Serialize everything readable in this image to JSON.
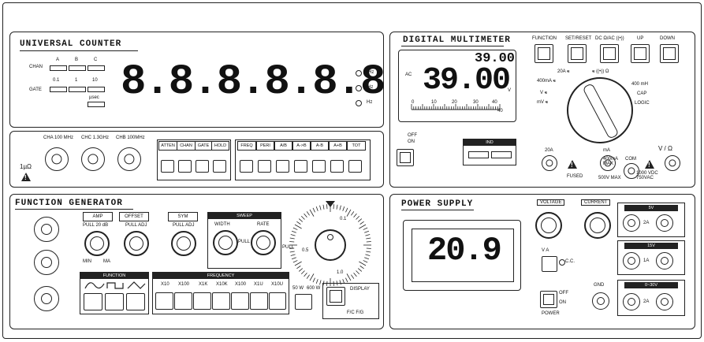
{
  "counter": {
    "title": "UNIVERSAL COUNTER",
    "chan_label": "CHAN",
    "gate_label": "GATE",
    "chan_options": [
      "A",
      "B",
      "C"
    ],
    "gate_options": [
      "0.1",
      "1",
      "10"
    ],
    "usec_label": "µsec",
    "display": "8.8.8.8.8.8.8.8.",
    "units": [
      "MHz",
      "KHz",
      "Hz"
    ],
    "inputs": [
      "CHA 100 MHz",
      "CHC 1.3GHz",
      "CHB 100MHz"
    ],
    "impedance": "1µΩ",
    "group1_tabs": [
      "ATTEN",
      "CHAN",
      "GATE",
      "HOLD"
    ],
    "group2_tabs": [
      "FREQ",
      "PERI",
      "A/B",
      "A->B",
      "A-B",
      "A+B",
      "TOT"
    ]
  },
  "dmm": {
    "title": "DIGITAL MULTIMETER",
    "small_reading": "39.00",
    "main_reading": "39.00",
    "ac_label": "AC",
    "v_label": "V",
    "scale_ticks": [
      "0",
      "10",
      "20",
      "30",
      "40"
    ],
    "scale_end": "40",
    "power_off": "OFF",
    "power_on": "ON",
    "ind_label": "IND",
    "buttons": [
      "FUNCTION",
      "SET/RESET",
      "DC Ω/AC ((•))",
      "UP",
      "DOWN"
    ],
    "dial_labels": [
      "20A ⩳",
      "⩳ ((•)) Ω",
      "400mA ⩳",
      "400 mH",
      "V ⩳",
      "CAP",
      "mV ⩳",
      "LOGIC"
    ],
    "jacks": [
      "20A",
      "mA",
      "COM",
      "V / Ω"
    ],
    "fused": "FUSED",
    "ma_max": "400mA MAX",
    "v500": "500V MAX",
    "vmax": "1000 VDC 750VAC"
  },
  "fg": {
    "title": "FUNCTION GENERATOR",
    "amp": "AMP",
    "offset": "OFFSET",
    "sym": "SYM",
    "sweep": "SWEEP",
    "pull20": "PULL 20 dB",
    "pulladj1": "PULL ADJ",
    "pulladj2": "PULL ADJ",
    "width": "WIDTH",
    "rate": "RATE",
    "pull": "PULL",
    "min": "MIN",
    "ma": "MA",
    "function": "FUNCTION",
    "frequency": "FREQUENCY",
    "freq_ranges": [
      "X10",
      "X100",
      "X1K",
      "X10K",
      "X100",
      "X1U",
      "X10U"
    ],
    "dial_ticks": [
      "0.1",
      "0.5",
      "1.0"
    ],
    "ohm50": "50 W",
    "ohm600": "600 W",
    "display": "DISPLAY",
    "disp_opts": "F/C  F/G"
  },
  "ps": {
    "title": "POWER SUPPLY",
    "voltage": "VOLTAGE",
    "current": "CURRENT",
    "reading": "20.9",
    "va": "V  A",
    "cc": "C.C.",
    "off": "OFF",
    "on": "ON",
    "power": "POWER",
    "gnd": "GND",
    "outputs": [
      {
        "label": "5V",
        "amp": "2A"
      },
      {
        "label": "15V",
        "amp": "1A"
      },
      {
        "label": "0~30V",
        "amp": "2A"
      }
    ]
  }
}
